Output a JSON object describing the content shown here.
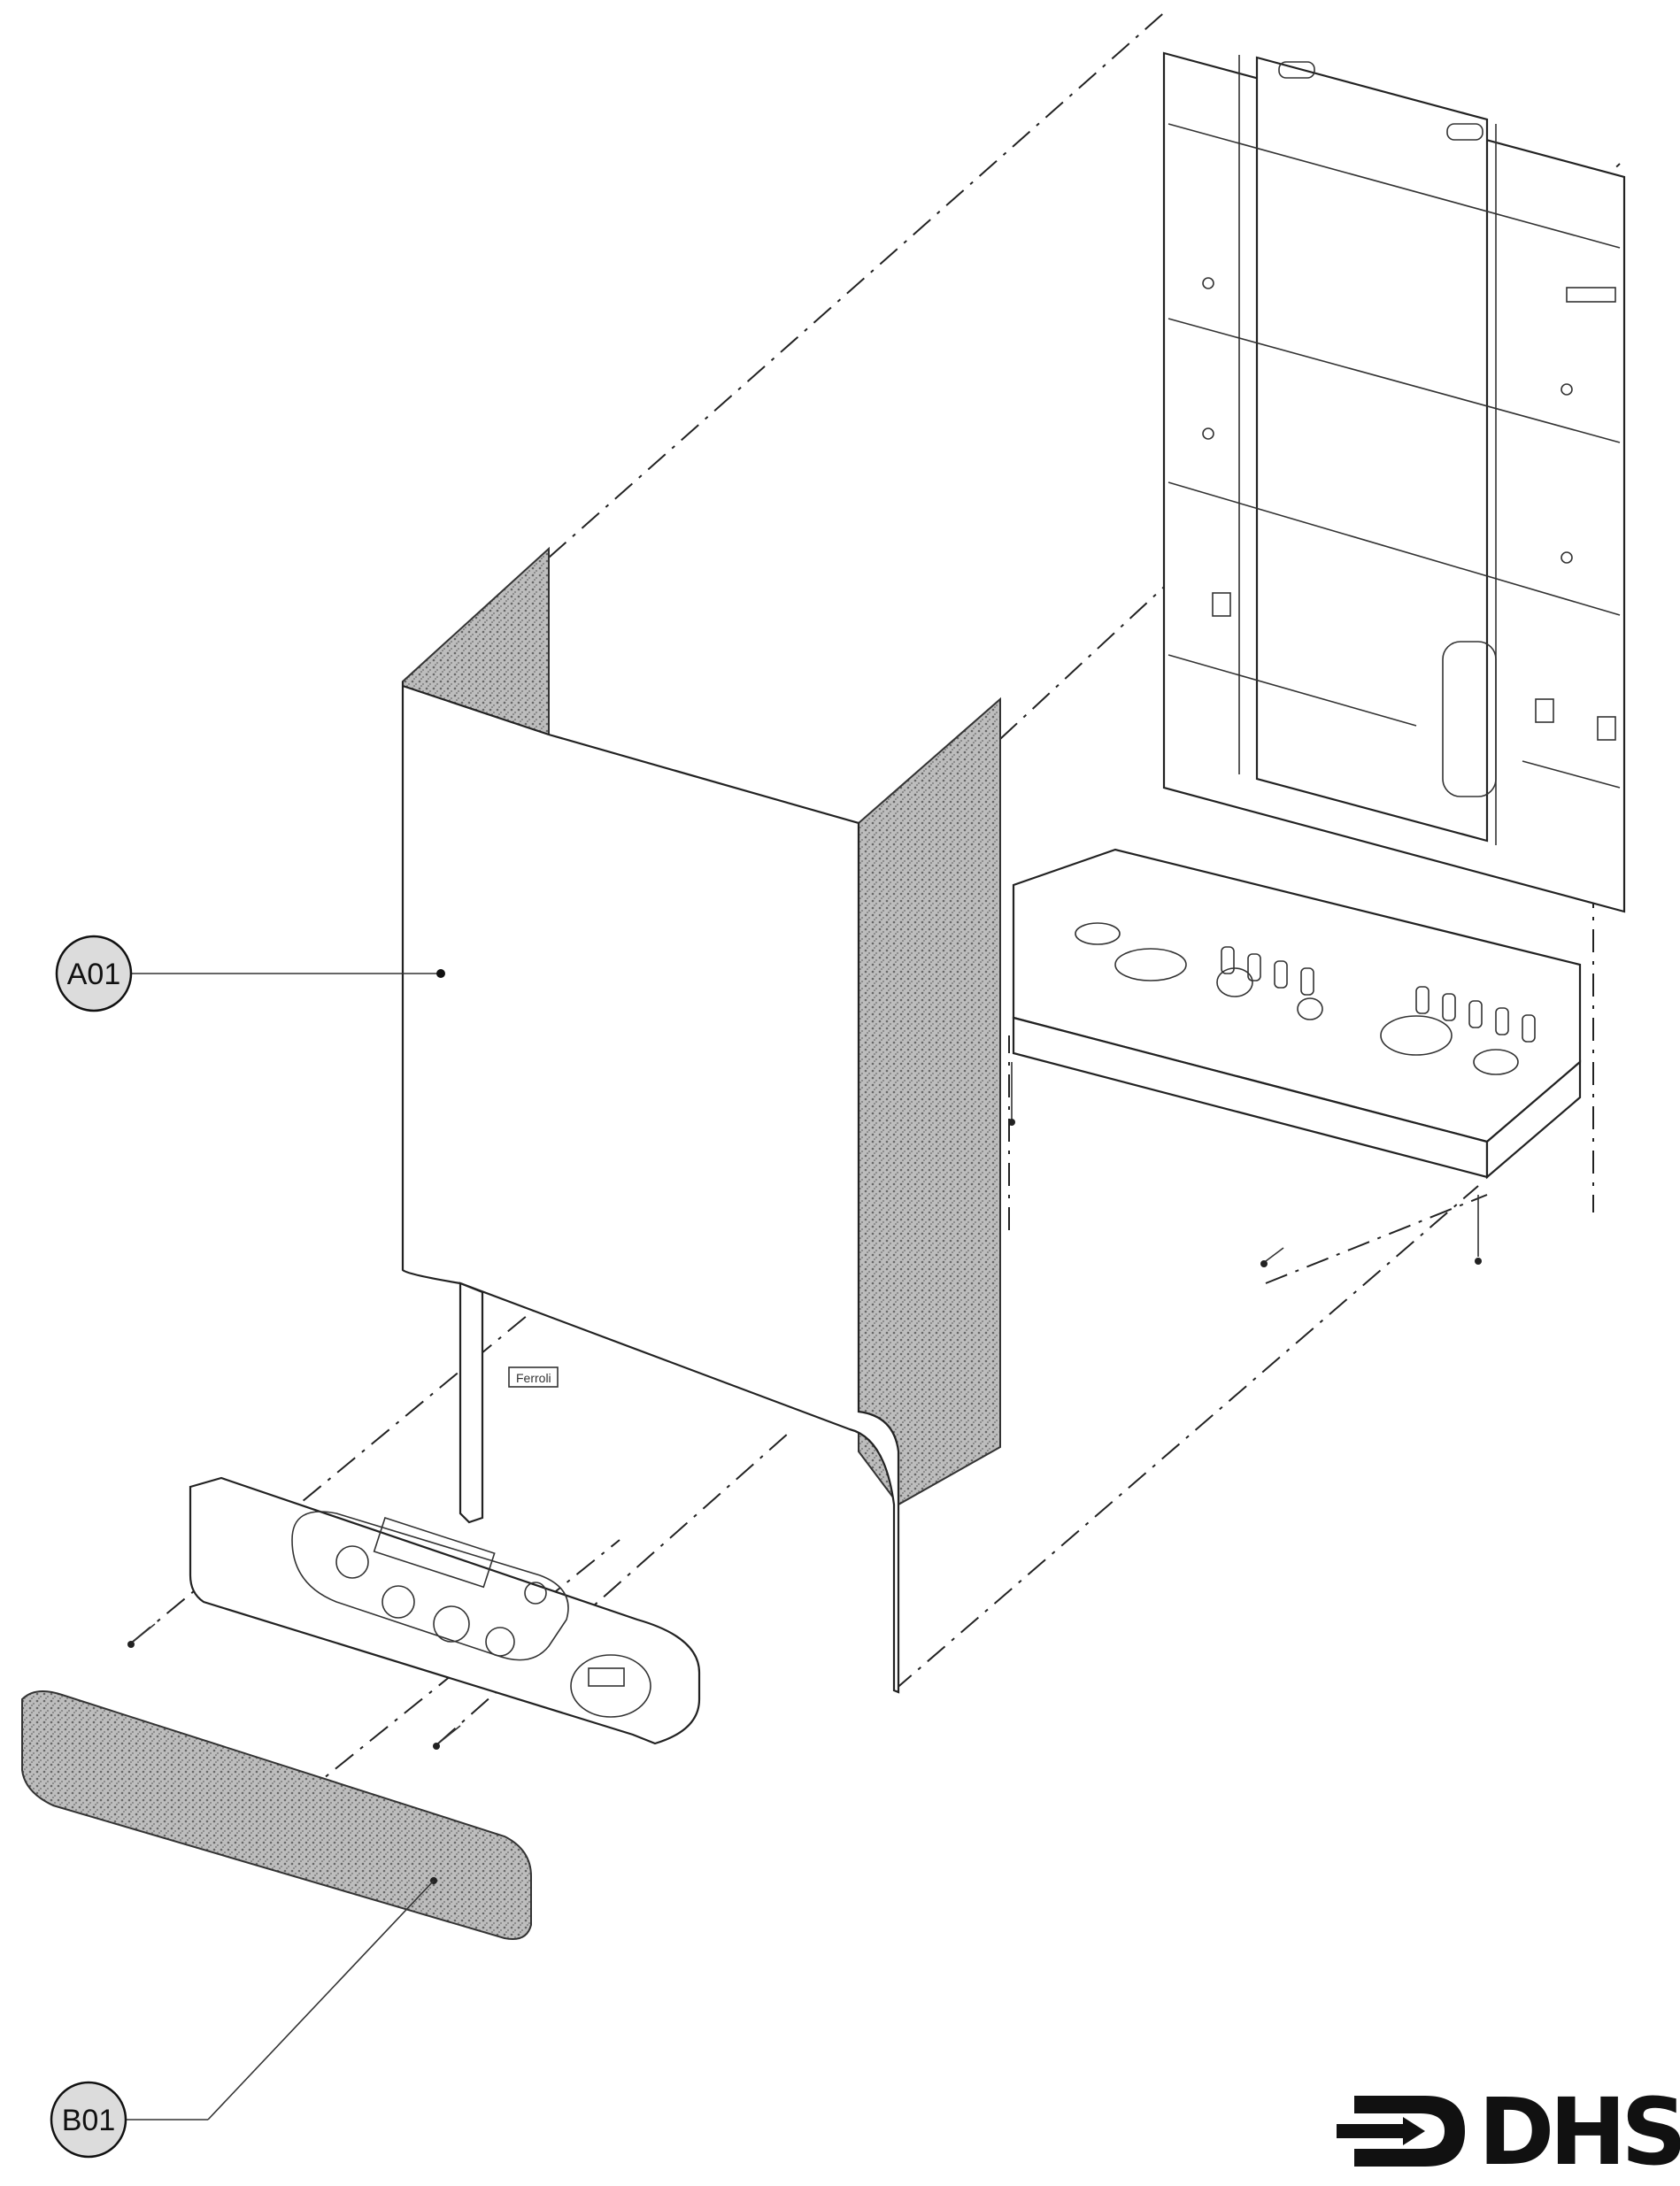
{
  "callouts": [
    {
      "id": "a01",
      "label": "A01"
    },
    {
      "id": "b01",
      "label": "B01"
    }
  ],
  "logo": {
    "text": "DHS",
    "icon": "dhs-arrow-logo"
  }
}
